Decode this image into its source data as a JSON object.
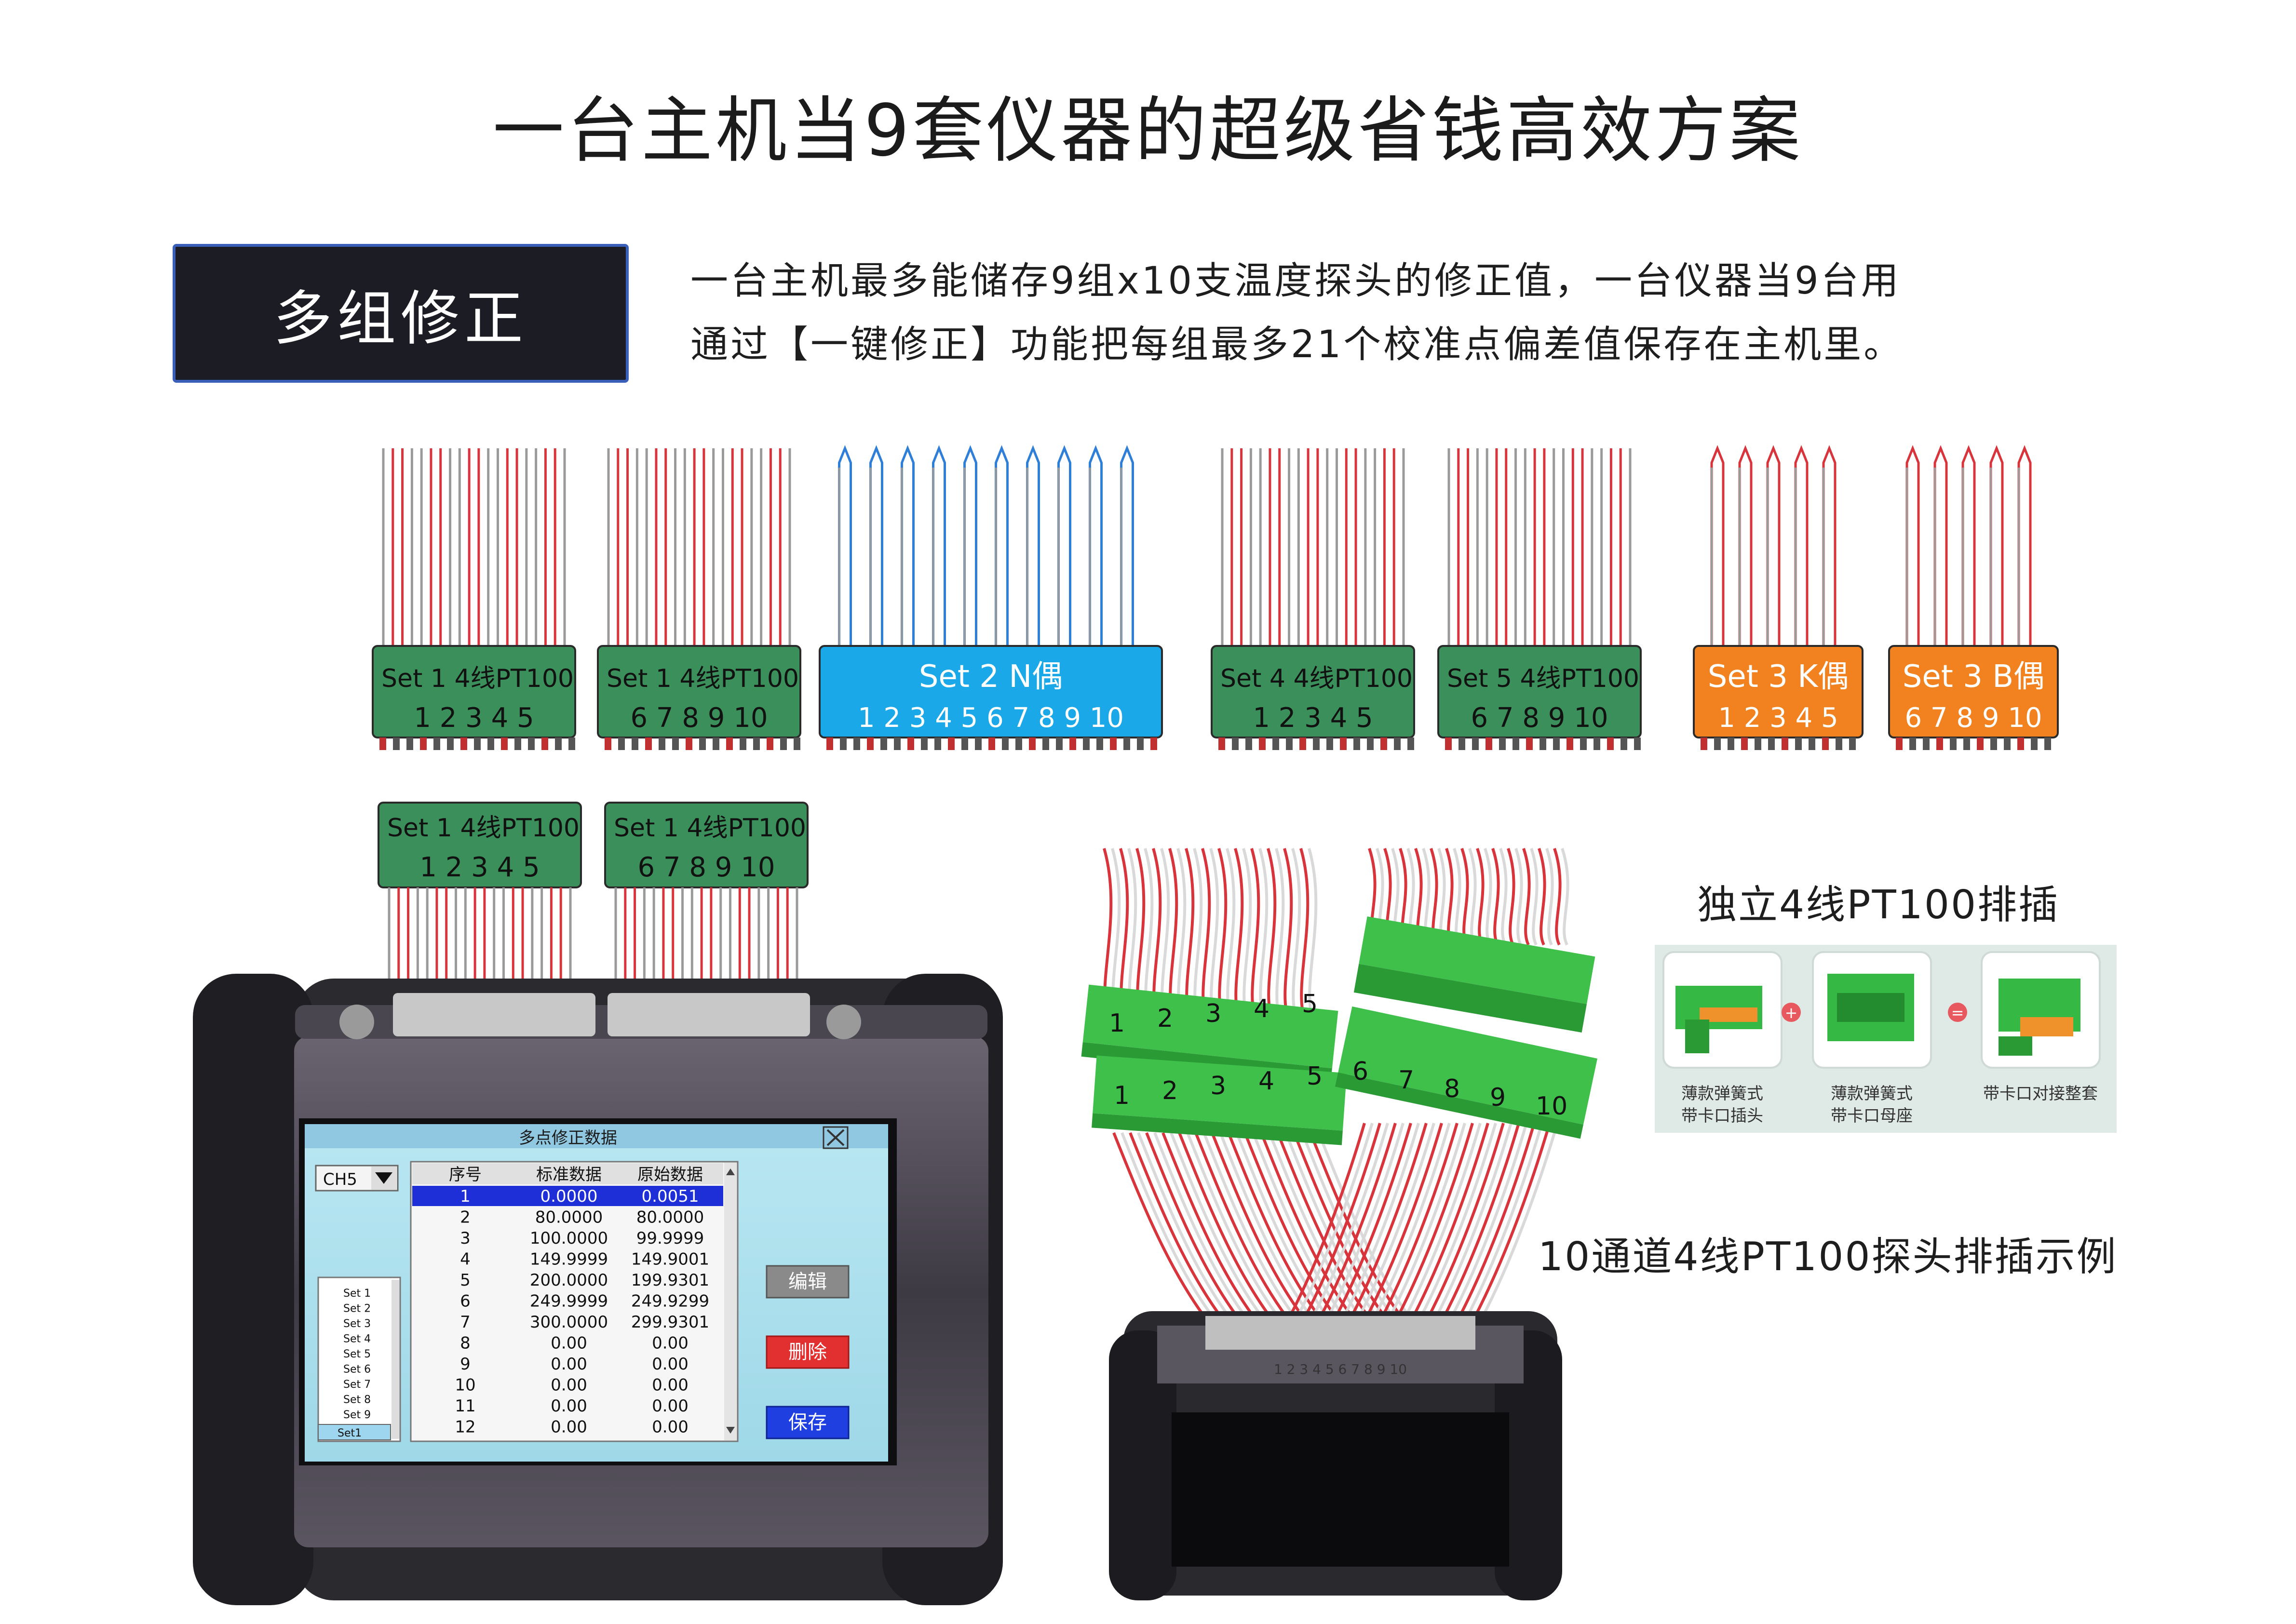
{
  "title": "一台主机当9套仪器的超级省钱高效方案",
  "badge": "多组修正",
  "description": {
    "line1": "一台主机最多能储存9组x10支温度探头的修正值，一台仪器当9台用",
    "line2": "通过【一键修正】功能把每组最多21个校准点偏差值保存在主机里。"
  },
  "colors": {
    "green_block": "#3a8f5a",
    "blue_block": "#1aa8e8",
    "orange_block": "#f2821f",
    "wire_red": "#d8343c",
    "wire_blue": "#2f7fd8",
    "wire_gray": "#9a9a9a",
    "badge_bg": "#1c1c24",
    "badge_border": "#3a5fb8"
  },
  "connectors_top": [
    {
      "label": "Set 1  4线PT100",
      "numbers": "1  2  3  4  5",
      "kind": "green",
      "wires": "pt100"
    },
    {
      "label": "Set 1  4线PT100",
      "numbers": "6  7  8  9 10",
      "kind": "green",
      "wires": "pt100"
    },
    {
      "label": "Set 2   N偶",
      "numbers": "1  2  3  4  5   6  7  8  9 10",
      "kind": "blue",
      "wires": "tc"
    },
    {
      "label": "Set 4  4线PT100",
      "numbers": "1  2  3  4  5",
      "kind": "green",
      "wires": "pt100"
    },
    {
      "label": "Set 5  4线PT100",
      "numbers": "6  7  8  9 10",
      "kind": "green",
      "wires": "pt100"
    },
    {
      "label": "Set 3   K偶",
      "numbers": "1  2  3  4  5",
      "kind": "orange",
      "wires": "tc"
    },
    {
      "label": "Set 3   B偶",
      "numbers": "6  7  8  9 10",
      "kind": "orange",
      "wires": "tc"
    }
  ],
  "connectors_device": [
    {
      "label": "Set 1  4线PT100",
      "numbers": "1  2  3  4  5"
    },
    {
      "label": "Set 1  4线PT100",
      "numbers": "6  7  8  9 10"
    }
  ],
  "screen": {
    "window_title": "多点修正数据",
    "channel": "CH5",
    "columns": [
      "序号",
      "标准数据",
      "原始数据"
    ],
    "rows": [
      [
        "1",
        "0.0000",
        "0.0051"
      ],
      [
        "2",
        "80.0000",
        "80.0000"
      ],
      [
        "3",
        "100.0000",
        "99.9999"
      ],
      [
        "4",
        "149.9999",
        "149.9001"
      ],
      [
        "5",
        "200.0000",
        "199.9301"
      ],
      [
        "6",
        "249.9999",
        "249.9299"
      ],
      [
        "7",
        "300.0000",
        "299.9301"
      ],
      [
        "8",
        "0.00",
        "0.00"
      ],
      [
        "9",
        "0.00",
        "0.00"
      ],
      [
        "10",
        "0.00",
        "0.00"
      ],
      [
        "11",
        "0.00",
        "0.00"
      ],
      [
        "12",
        "0.00",
        "0.00"
      ]
    ],
    "sets": [
      "Set 1",
      "Set 2",
      "Set 3",
      "Set 4",
      "Set 5",
      "Set 6",
      "Set 7",
      "Set 8",
      "Set 9"
    ],
    "selected_set": "Set1",
    "buttons": {
      "edit": "编辑",
      "delete": "删除",
      "save": "保存"
    }
  },
  "right_panel": {
    "title": "独立4线PT100排插",
    "items": [
      {
        "line1": "薄款弹簧式",
        "line2": "带卡口插头"
      },
      {
        "line1": "薄款弹簧式",
        "line2": "带卡口母座"
      },
      {
        "line1": "带卡口对接整套",
        "line2": ""
      }
    ],
    "op_plus": "+",
    "op_equals": "=",
    "caption": "10通道4线PT100探头排插示例",
    "photo_numbers_left": [
      "1",
      "2",
      "3",
      "4",
      "5"
    ],
    "photo_numbers_right": [
      "6",
      "7",
      "8",
      "9",
      "10"
    ],
    "device_numbers": "1 2 3 4 5    6 7 8 9 10"
  }
}
